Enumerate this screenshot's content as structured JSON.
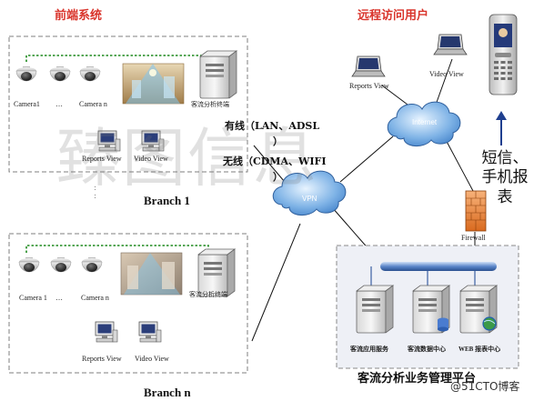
{
  "front_system_title": "前端系统",
  "remote_users_title": "远程访问用户",
  "watermark": "臻图信息",
  "branch1": {
    "title": "Branch 1",
    "cameras": [
      "Camera1",
      "…",
      "Camera n"
    ],
    "terminal_label": "客流分析终端",
    "reports_label": "Reports View",
    "video_label": "Video View"
  },
  "branchn": {
    "title": "Branch n",
    "cameras": [
      "Camera 1",
      "…",
      "Camera n"
    ],
    "terminal_label": "客流分析终端",
    "reports_label": "Reports View",
    "video_label": "Video View"
  },
  "dots": ":",
  "network": {
    "wired_line1": "有线（LAN、ADSL",
    "wired_line2": "）",
    "wireless_line1": "无线（CDMA、WIFI",
    "wireless_line2": "）"
  },
  "clouds": {
    "vpn": "VPN",
    "internet": "Internet"
  },
  "remote": {
    "reports_label": "Reports View",
    "video_label": "Video View",
    "sms_label": "短信、手机报表"
  },
  "firewall_label": "Firewall",
  "platform": {
    "title": "客流分析业务管理平台",
    "servers": [
      "客流应用服务",
      "客流数据中心",
      "WEB 报表中心"
    ]
  },
  "credit": "@51CTO博客"
}
